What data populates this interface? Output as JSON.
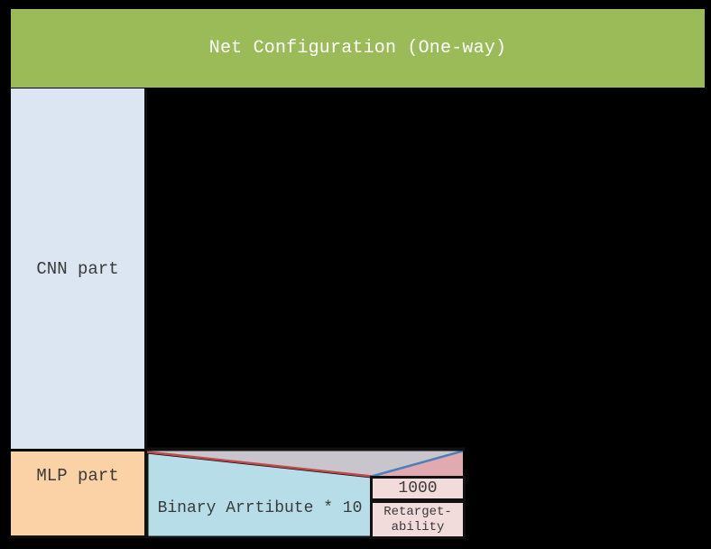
{
  "header": {
    "title": "Net Configuration (One-way)",
    "bg": "#9bbb59",
    "text_color": "#ffffff"
  },
  "blocks": {
    "cnn": {
      "label": "CNN part",
      "bg": "#dce6f2"
    },
    "mlp": {
      "label": "MLP part",
      "bg": "#fbd2a6"
    },
    "binary": {
      "label": "Binary Arrtibute * 10",
      "bg": "#b7dee8"
    },
    "thousand": {
      "label": "1000",
      "bg": "#f2dbdb"
    },
    "retarget": {
      "line1": "Retarget-",
      "line2": "ability",
      "bg": "#f2dbdb"
    }
  },
  "colors": {
    "binary_fill": "#b7dee8",
    "gray_overlay": "#c8c6cc",
    "pink_overlay": "#e0aab0",
    "red_line": "#bf4a4b",
    "blue_line": "#4d7fba",
    "border": "#111111",
    "canvas_bg": "#000000",
    "label_text": "#3a3a3a"
  }
}
